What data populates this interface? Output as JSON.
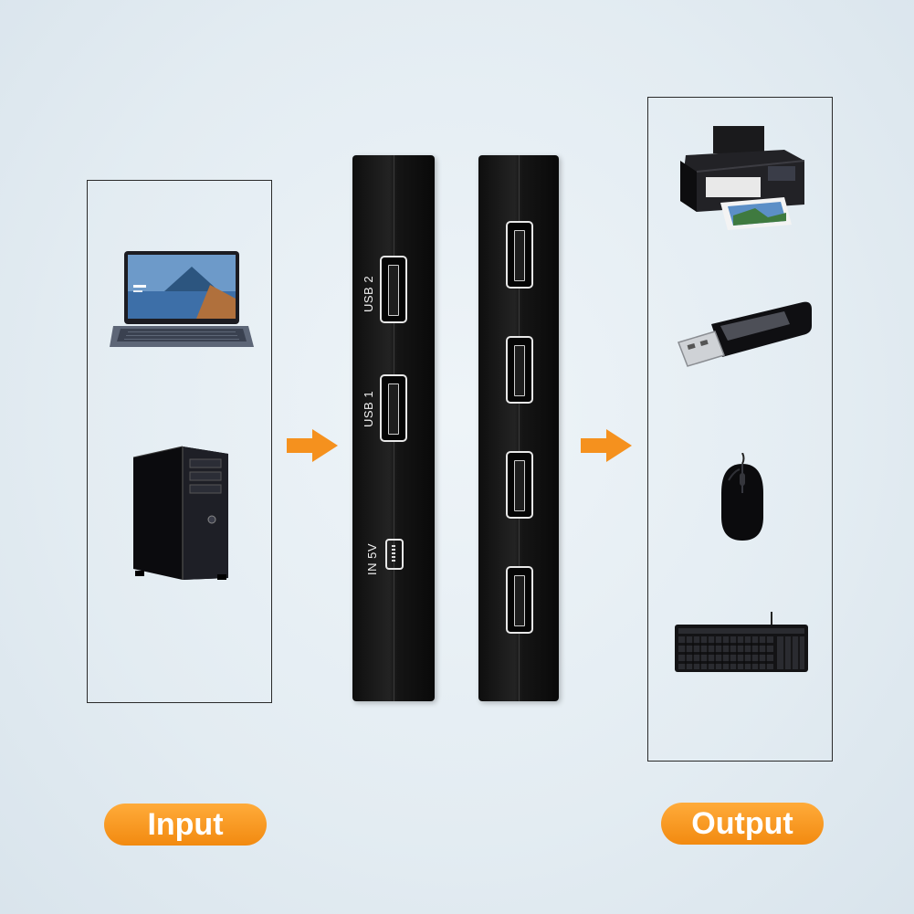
{
  "hub": {
    "port_labels": [
      "USB 2",
      "USB 1",
      "IN 5V"
    ]
  },
  "labels": {
    "input": "Input",
    "output": "Output"
  },
  "devices": {
    "input": [
      "laptop-icon",
      "desktop-tower-icon"
    ],
    "output": [
      "printer-icon",
      "usb-flash-drive-icon",
      "mouse-icon",
      "keyboard-icon"
    ]
  },
  "colors": {
    "accent": "#f5911e",
    "hub": "#111111",
    "frame": "#2a2a2a"
  }
}
